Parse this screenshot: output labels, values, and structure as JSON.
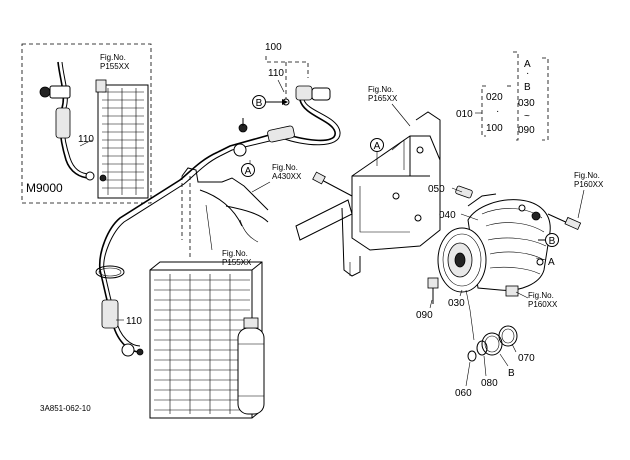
{
  "diagram": {
    "code": "3A851-062-10",
    "inset_label": "M9000",
    "fig_label": "Fig.No.",
    "fig_refs": {
      "inset": "P155XX",
      "hose": "P165XX",
      "frame": "A430XX",
      "condenser": "P155XX",
      "compressor_top": "P160XX",
      "compressor_bottom": "P160XX"
    },
    "part_numbers": {
      "p100_top": "100",
      "p110_top": "110",
      "p110_inset": "110",
      "p110_condenser": "110",
      "p010": "010",
      "p020": "020",
      "p100_range": "100",
      "p030_range": "030",
      "p090_range": "090",
      "p050": "050",
      "p040": "040",
      "p030": "030",
      "p090": "090",
      "p070": "070",
      "p080": "080",
      "p060": "060"
    },
    "range_symbols": {
      "dot_020": "·",
      "dot_030": "·",
      "tilde": "~"
    },
    "markers": {
      "A_top": "A",
      "A_mid": "A",
      "A_range": "A",
      "A_compressor": "A",
      "B_top": "B",
      "B_range": "B",
      "B_compressor": "B",
      "B_bottom": "B"
    }
  }
}
